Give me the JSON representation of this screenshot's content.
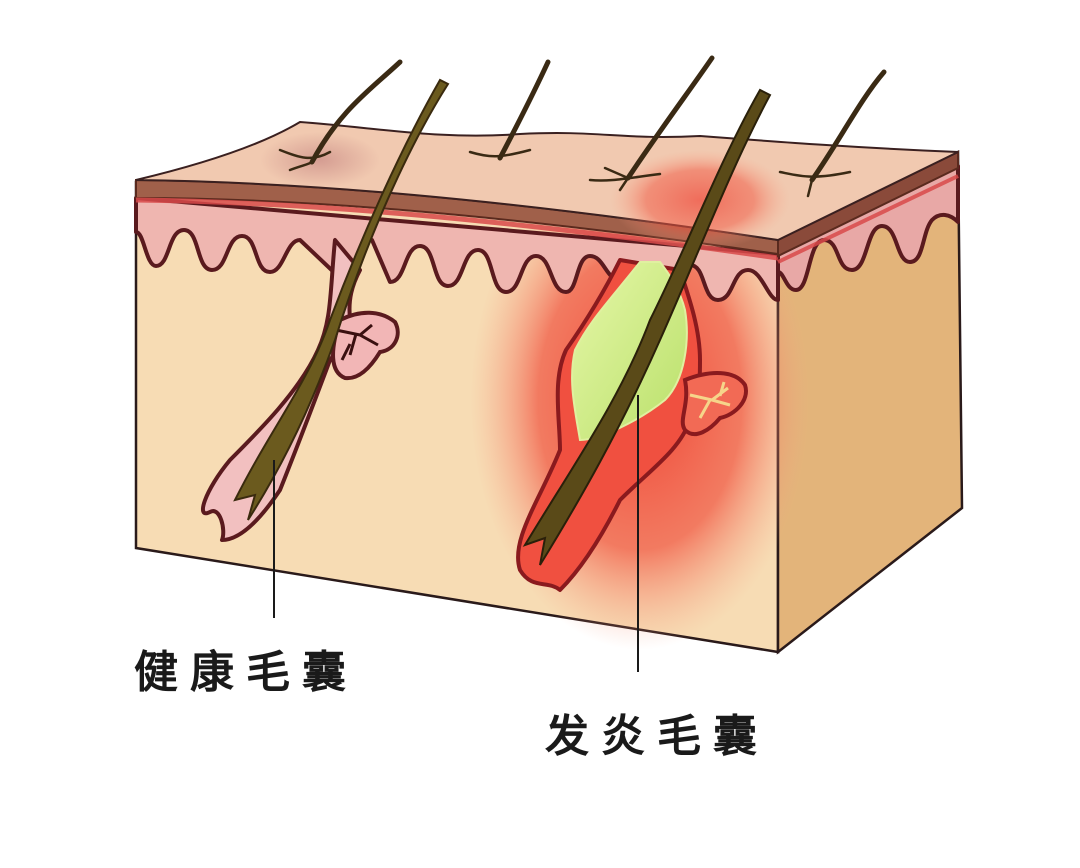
{
  "figure": {
    "subject": "Hair follicle cross-section: healthy vs. inflamed",
    "labels": {
      "healthy": "健康毛囊",
      "inflamed": "发炎毛囊"
    },
    "colors": {
      "background": "#ffffff",
      "epidermis_top": "#f1c9b0",
      "stratum_band": "#a0604a",
      "dermis_pink": "#efb6b0",
      "dermis_body": "#f7dcb4",
      "side_face": "#e3b47a",
      "outline": "#5a1a1e",
      "hair": "#6b5a1e",
      "inflammation": "#ee4a3a",
      "pus": "#c9ea7a",
      "sebaceous_gland_healthy": "#f2b6b6",
      "sebaceous_inflamed_branches": "#f6d58a",
      "label_text": "#1a1a1a"
    }
  }
}
